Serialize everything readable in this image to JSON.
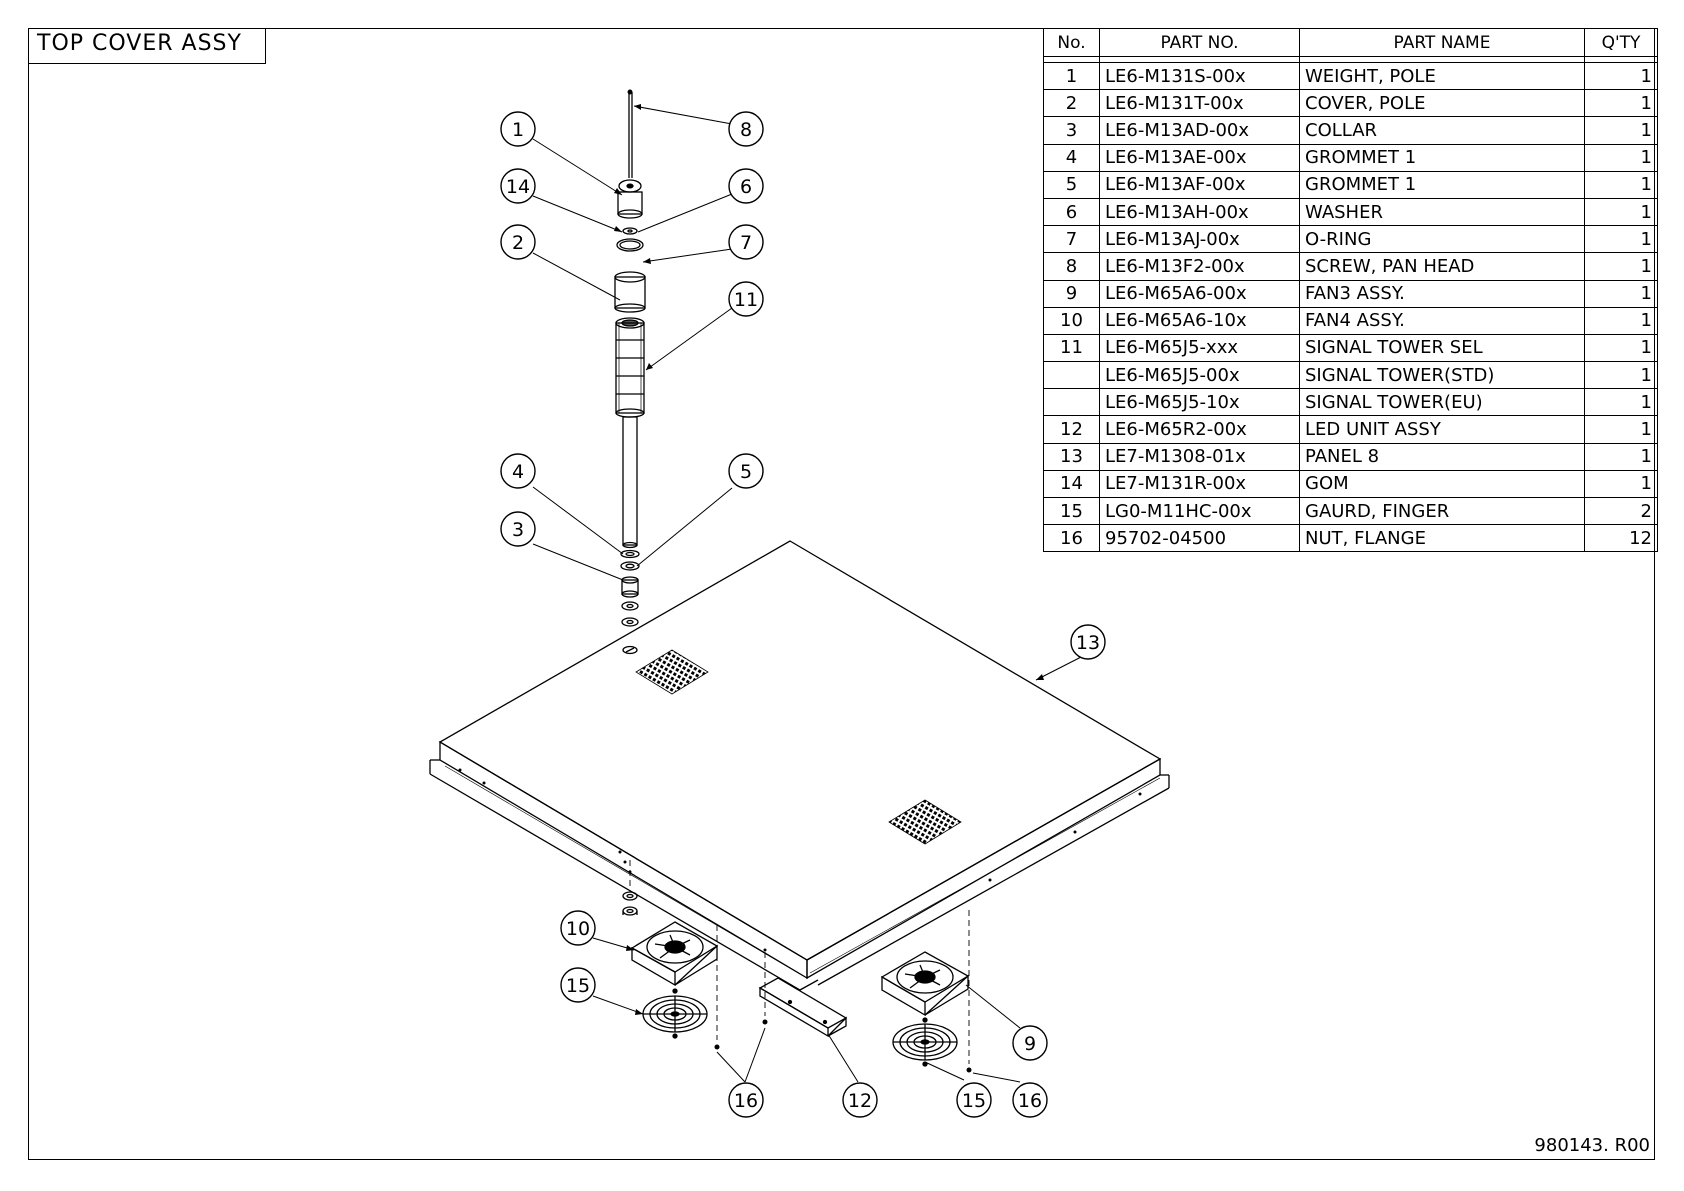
{
  "title": "TOP COVER ASSY",
  "drawing_number": "980143. R00",
  "bom": {
    "headers": {
      "no": "No.",
      "part_no": "PART NO.",
      "part_name": "PART NAME",
      "qty": "Q'TY"
    },
    "rows": [
      {
        "no": "1",
        "part_no": "LE6-M131S-00x",
        "part_name": "WEIGHT, POLE",
        "qty": "1"
      },
      {
        "no": "2",
        "part_no": "LE6-M131T-00x",
        "part_name": "COVER, POLE",
        "qty": "1"
      },
      {
        "no": "3",
        "part_no": "LE6-M13AD-00x",
        "part_name": "COLLAR",
        "qty": "1"
      },
      {
        "no": "4",
        "part_no": "LE6-M13AE-00x",
        "part_name": "GROMMET 1",
        "qty": "1"
      },
      {
        "no": "5",
        "part_no": "LE6-M13AF-00x",
        "part_name": "GROMMET 1",
        "qty": "1"
      },
      {
        "no": "6",
        "part_no": "LE6-M13AH-00x",
        "part_name": "WASHER",
        "qty": "1"
      },
      {
        "no": "7",
        "part_no": "LE6-M13AJ-00x",
        "part_name": "O-RING",
        "qty": "1"
      },
      {
        "no": "8",
        "part_no": "LE6-M13F2-00x",
        "part_name": "SCREW, PAN HEAD",
        "qty": "1"
      },
      {
        "no": "9",
        "part_no": "LE6-M65A6-00x",
        "part_name": "FAN3 ASSY.",
        "qty": "1"
      },
      {
        "no": "10",
        "part_no": "LE6-M65A6-10x",
        "part_name": "FAN4 ASSY.",
        "qty": "1"
      },
      {
        "no": "11",
        "part_no": "LE6-M65J5-xxx",
        "part_name": "SIGNAL TOWER SEL",
        "qty": "1"
      },
      {
        "no": "",
        "part_no": "LE6-M65J5-00x",
        "part_name": "SIGNAL TOWER(STD)",
        "qty": "1"
      },
      {
        "no": "",
        "part_no": "LE6-M65J5-10x",
        "part_name": "SIGNAL TOWER(EU)",
        "qty": "1"
      },
      {
        "no": "12",
        "part_no": "LE6-M65R2-00x",
        "part_name": "LED UNIT ASSY",
        "qty": "1"
      },
      {
        "no": "13",
        "part_no": "LE7-M1308-01x",
        "part_name": "PANEL 8",
        "qty": "1"
      },
      {
        "no": "14",
        "part_no": "LE7-M131R-00x",
        "part_name": "GOM",
        "qty": "1"
      },
      {
        "no": "15",
        "part_no": "LG0-M11HC-00x",
        "part_name": "GAURD, FINGER",
        "qty": "2"
      },
      {
        "no": "16",
        "part_no": "95702-04500",
        "part_name": "NUT, FLANGE",
        "qty": "12"
      }
    ]
  },
  "balloons": [
    "1",
    "14",
    "2",
    "8",
    "6",
    "7",
    "11",
    "4",
    "3",
    "5",
    "13",
    "10",
    "15",
    "16",
    "12",
    "9",
    "15",
    "16"
  ]
}
